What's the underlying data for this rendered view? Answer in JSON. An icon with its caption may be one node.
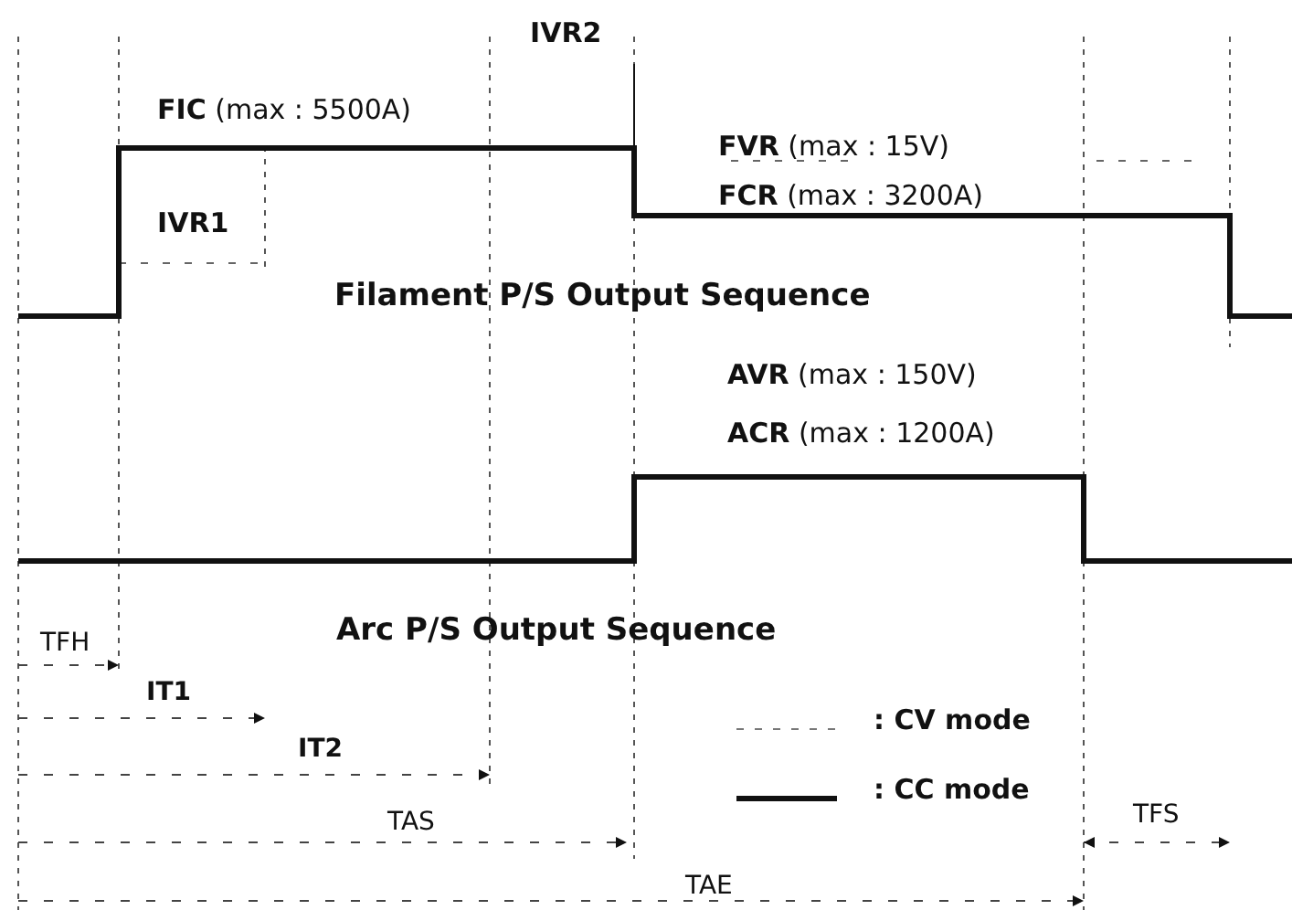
{
  "diagram": {
    "labels": [
      "IVR2",
      "**FIC** (max : 5500A)",
      "IVR1",
      "**FVR** (max : 15V)",
      "**FCR** (max : 3200A)",
      "Filament P/S Output Sequence",
      "**AVR** (max : 150V)",
      "**ACR** (max : 1200A)",
      "Arc P/S Output Sequence",
      "TFH",
      "IT1",
      "IT2",
      "TAS",
      "TAE",
      "TFS"
    ],
    "legend": [
      {
        "text": ": CV mode"
      },
      {
        "text": ": CC mode"
      }
    ]
  }
}
